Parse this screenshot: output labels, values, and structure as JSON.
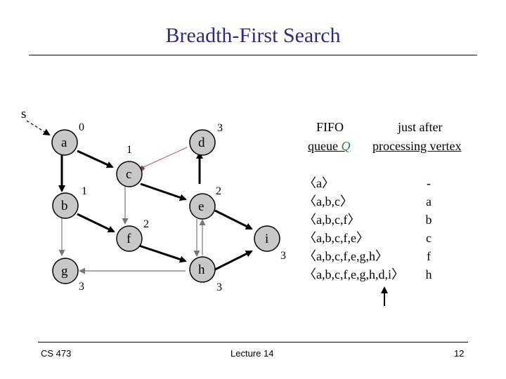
{
  "title": "Breadth-First Search",
  "colors": {
    "title": "#2b2b8a",
    "node_fill": "#c8c8c8",
    "queue_letter": "#2e7d32",
    "pointer_dot": "#8a3a6b",
    "dashed_edge": "#b0506a"
  },
  "graph": {
    "source_label": "s",
    "nodes": [
      {
        "id": "a",
        "label": "a",
        "dist": "0"
      },
      {
        "id": "b",
        "label": "b",
        "dist": "1"
      },
      {
        "id": "c",
        "label": "c",
        "dist": "1"
      },
      {
        "id": "d",
        "label": "d",
        "dist": "3"
      },
      {
        "id": "e",
        "label": "e",
        "dist": "2"
      },
      {
        "id": "f",
        "label": "f",
        "dist": "2"
      },
      {
        "id": "g",
        "label": "g",
        "dist": "3"
      },
      {
        "id": "h",
        "label": "h",
        "dist": "3"
      },
      {
        "id": "i",
        "label": "i",
        "dist": "3"
      }
    ]
  },
  "table": {
    "col1_header_line1": "FIFO",
    "col1_header_line2_prefix": "queue ",
    "col1_header_line2_symbol": "Q",
    "col2_header_line1": "just after",
    "col2_header_line2": "processing vertex",
    "rows": [
      {
        "queue": "〈a〉",
        "vertex": "-"
      },
      {
        "queue": "〈a,b,c〉",
        "vertex": "a"
      },
      {
        "queue": "〈a,b,c,f〉",
        "vertex": "b"
      },
      {
        "queue": "〈a,b,c,f,e〉",
        "vertex": "c"
      },
      {
        "queue": "〈a,b,c,f,e,g,h〉",
        "vertex": "f"
      },
      {
        "queue": "〈a,b,c,f,e,g,h,d,i〉",
        "vertex": "h"
      }
    ]
  },
  "footer": {
    "course": "CS 473",
    "lecture": "Lecture 14",
    "page": "12"
  }
}
